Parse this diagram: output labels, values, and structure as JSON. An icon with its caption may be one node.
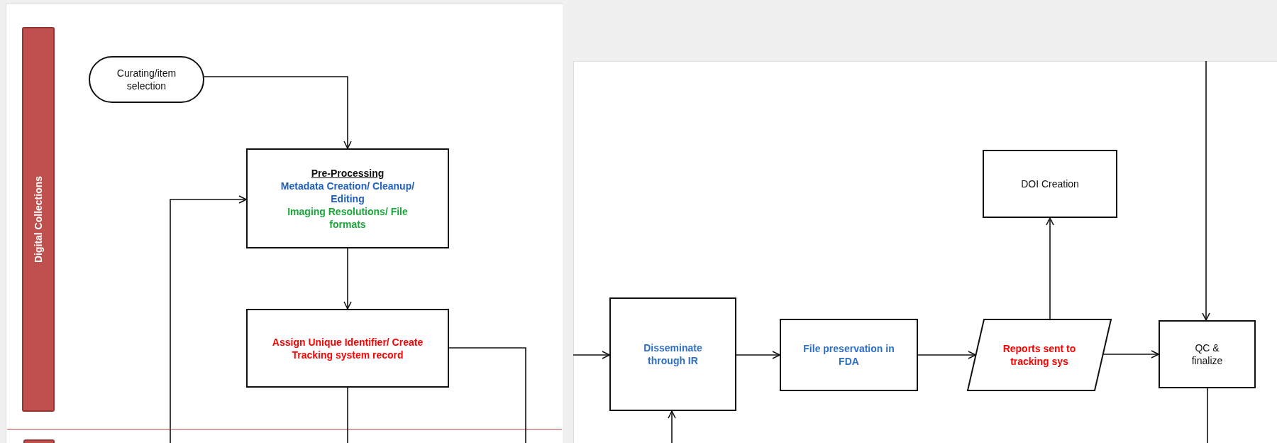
{
  "diagram": {
    "nodes": [
      {
        "text": [
          "Digital Collections"
        ]
      },
      {
        "text": [
          "Curating/item selection"
        ]
      },
      {
        "text": [
          "Pre-Processing",
          "Metadata Creation/ Cleanup/ Editing",
          "Imaging Resolutions/ File formats"
        ]
      },
      {
        "text": [
          "Assign Unique Identifier/ Create Tracking system record"
        ]
      },
      {
        "text": [
          "Disseminate through IR"
        ]
      },
      {
        "text": [
          "File preservation in FDA"
        ]
      },
      {
        "text": [
          "Reports sent to tracking sys"
        ]
      },
      {
        "text": [
          "DOI Creation"
        ]
      },
      {
        "text": [
          "QC & finalize"
        ]
      },
      {
        "text": [],
        "shape": "bar"
      }
    ],
    "edges": [
      {
        "from": 1,
        "to": 2,
        "arrow": "to"
      },
      {
        "from": 2,
        "to": 3,
        "arrow": "to"
      },
      {
        "from": null,
        "to": 2,
        "arrow": "to"
      },
      {
        "from": 3,
        "to": null,
        "arrow": "none"
      },
      {
        "from": 3,
        "to": null,
        "arrow": "none"
      },
      {
        "from": null,
        "to": 4,
        "arrow": "to"
      },
      {
        "from": null,
        "to": 4,
        "arrow": "to"
      },
      {
        "from": 4,
        "to": 5,
        "arrow": "to"
      },
      {
        "from": 5,
        "to": 6,
        "arrow": "to"
      },
      {
        "from": 6,
        "to": 7,
        "arrow": "to"
      },
      {
        "from": null,
        "to": 8,
        "arrow": "to"
      },
      {
        "from": 6,
        "to": 8,
        "arrow": "to"
      },
      {
        "from": 8,
        "to": null,
        "arrow": "none"
      }
    ]
  }
}
